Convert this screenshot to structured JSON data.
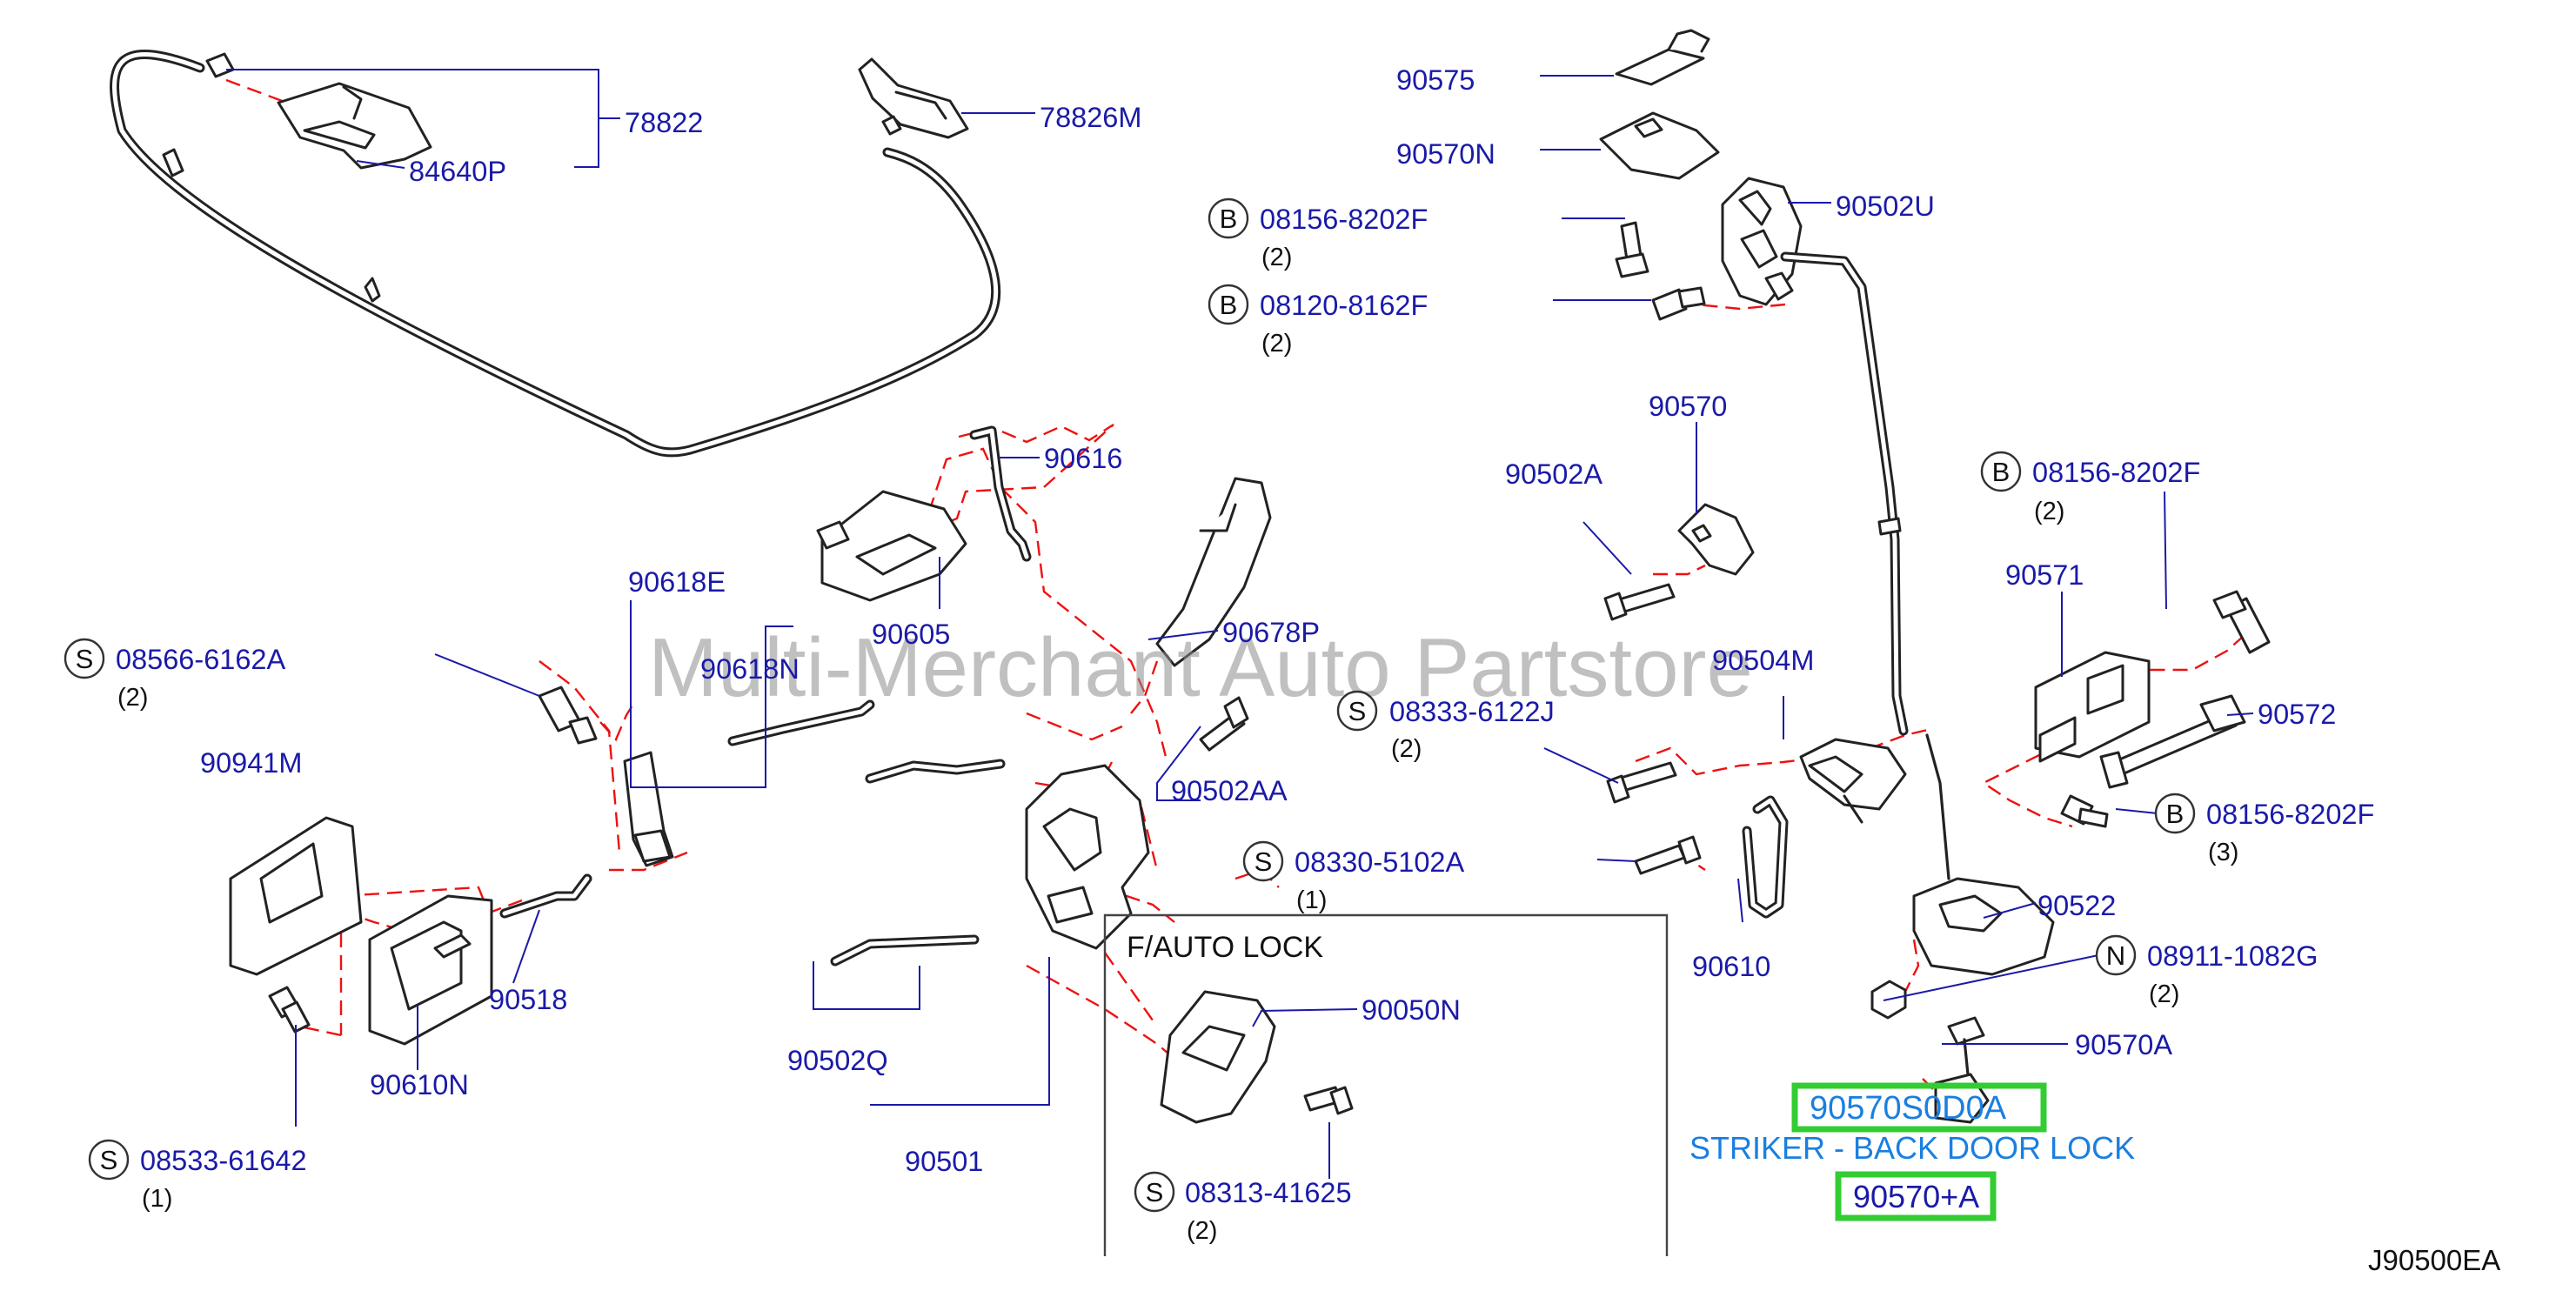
{
  "watermark": "Multi-Merchant Auto Partstore",
  "diagram_code": "J90500EA",
  "colors": {
    "label": "#1a1aa8",
    "dashed_line": "#ee1111",
    "highlight": "#33cc33",
    "striker_label": "#1a7fe0"
  },
  "callouts": [
    {
      "id": "78822",
      "text": "78822"
    },
    {
      "id": "84640P",
      "text": "84640P"
    },
    {
      "id": "78826M",
      "text": "78826M"
    },
    {
      "id": "90575",
      "text": "90575"
    },
    {
      "id": "90570N",
      "text": "90570N"
    },
    {
      "id": "90502U",
      "text": "90502U"
    },
    {
      "id": "08156-8202F-a",
      "text": "08156-8202F",
      "prefix": "B",
      "qty": "(2)"
    },
    {
      "id": "08120-8162F",
      "text": "08120-8162F",
      "prefix": "B",
      "qty": "(2)"
    },
    {
      "id": "90616",
      "text": "90616"
    },
    {
      "id": "90570",
      "text": "90570"
    },
    {
      "id": "90502A",
      "text": "90502A"
    },
    {
      "id": "08156-8202F-b",
      "text": "08156-8202F",
      "prefix": "B",
      "qty": "(2)"
    },
    {
      "id": "90571",
      "text": "90571"
    },
    {
      "id": "90618E",
      "text": "90618E"
    },
    {
      "id": "90605",
      "text": "90605"
    },
    {
      "id": "90678P",
      "text": "90678P"
    },
    {
      "id": "08566-6162A",
      "text": "08566-6162A",
      "prefix": "S",
      "qty": "(2)"
    },
    {
      "id": "90618N",
      "text": "90618N"
    },
    {
      "id": "90504M",
      "text": "90504M"
    },
    {
      "id": "08333-6122J",
      "text": "08333-6122J",
      "prefix": "S",
      "qty": "(2)"
    },
    {
      "id": "90572",
      "text": "90572"
    },
    {
      "id": "90941M",
      "text": "90941M"
    },
    {
      "id": "90502AA",
      "text": "90502AA"
    },
    {
      "id": "08156-8202F-c",
      "text": "08156-8202F",
      "prefix": "B",
      "qty": "(3)"
    },
    {
      "id": "08330-5102A",
      "text": "08330-5102A",
      "prefix": "S",
      "qty": "(1)"
    },
    {
      "id": "90522",
      "text": "90522"
    },
    {
      "id": "08911-1082G",
      "text": "08911-1082G",
      "prefix": "N",
      "qty": "(2)"
    },
    {
      "id": "90518",
      "text": "90518"
    },
    {
      "id": "90610",
      "text": "90610"
    },
    {
      "id": "90050N",
      "text": "90050N"
    },
    {
      "id": "90570A",
      "text": "90570A"
    },
    {
      "id": "90502Q",
      "text": "90502Q"
    },
    {
      "id": "90610N",
      "text": "90610N"
    },
    {
      "id": "90501",
      "text": "90501"
    },
    {
      "id": "08533-61642",
      "text": "08533-61642",
      "prefix": "S",
      "qty": "(1)"
    },
    {
      "id": "08313-41625",
      "text": "08313-41625",
      "prefix": "S",
      "qty": "(2)"
    }
  ],
  "subassembly": {
    "title": "F/AUTO   LOCK"
  },
  "highlight": {
    "part_number": "90570S0D0A",
    "description": "STRIKER - BACK DOOR LOCK",
    "ref": "90570+A"
  }
}
